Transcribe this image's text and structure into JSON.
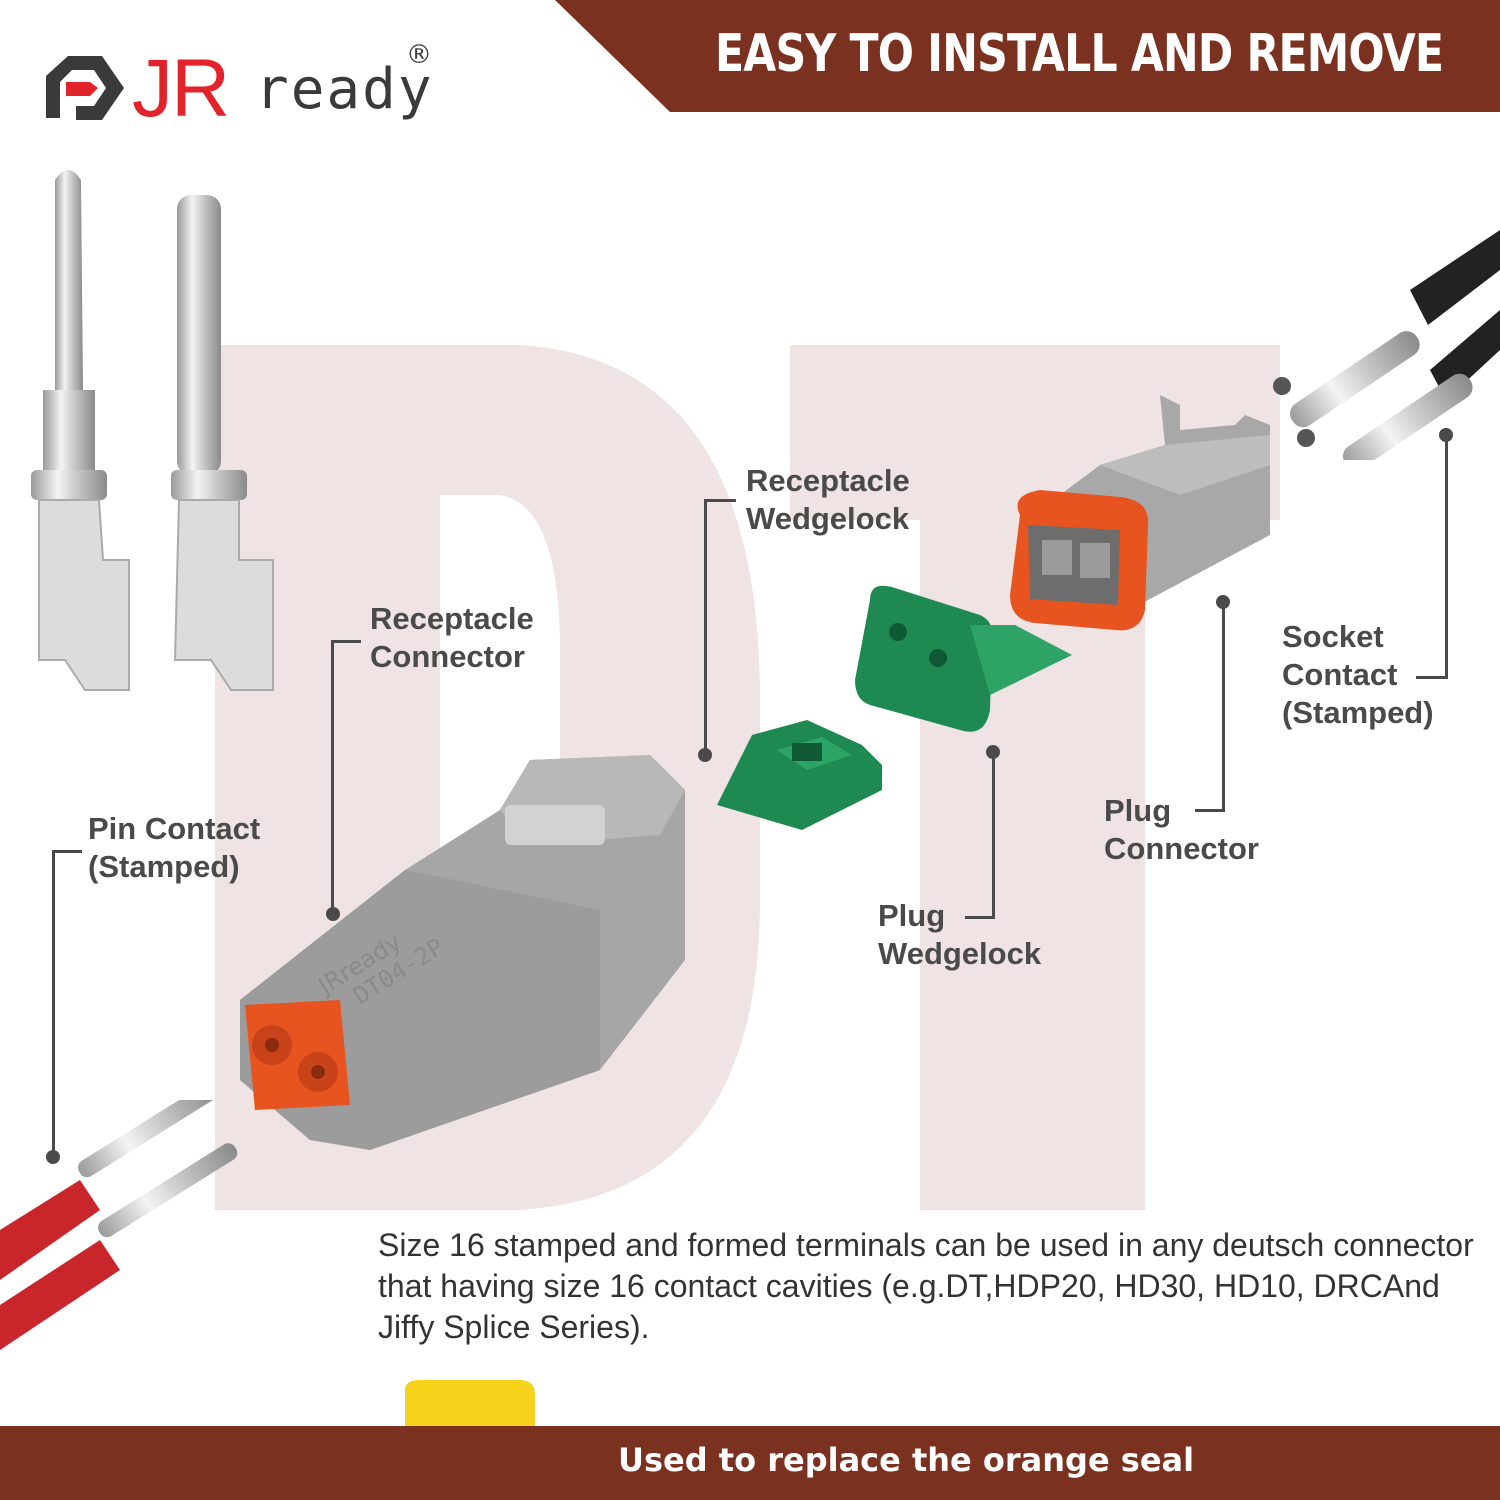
{
  "brand": {
    "jr": "JR",
    "ready": "ready",
    "registered": "®"
  },
  "header": {
    "title": "EASY TO INSTALL AND REMOVE"
  },
  "watermark": {
    "text": "DT"
  },
  "labels": {
    "receptacle_wedgelock": "Receptacle\nWedgelock",
    "receptacle_connector": "Receptacle\nConnector",
    "pin_contact": "Pin Contact\n(Stamped)",
    "socket_contact": "Socket\nContact\n(Stamped)",
    "plug_connector": "Plug\nConnector",
    "plug_wedgelock": "Plug\nWedgelock"
  },
  "connector_marking": {
    "brand": "JRready",
    "part": "DT04-2P"
  },
  "description": "Size 16 stamped and formed terminals can be used in any deutsch connector that having size 16 contact cavities (e.g.DT,HDP20, HD30, HD10, DRCAnd Jiffy Splice Series).",
  "footer": {
    "text": "Used to replace the orange seal"
  },
  "colors": {
    "header_bg": "#7b3120",
    "brand_red": "#e3232b",
    "connector_gray": "#a6a6a6",
    "seal_orange": "#e8541f",
    "wedgelock_green": "#1e8a52",
    "seal_yellow": "#f7d21a",
    "wire_red": "#c8262a",
    "watermark_pink": "#efe3e3"
  }
}
